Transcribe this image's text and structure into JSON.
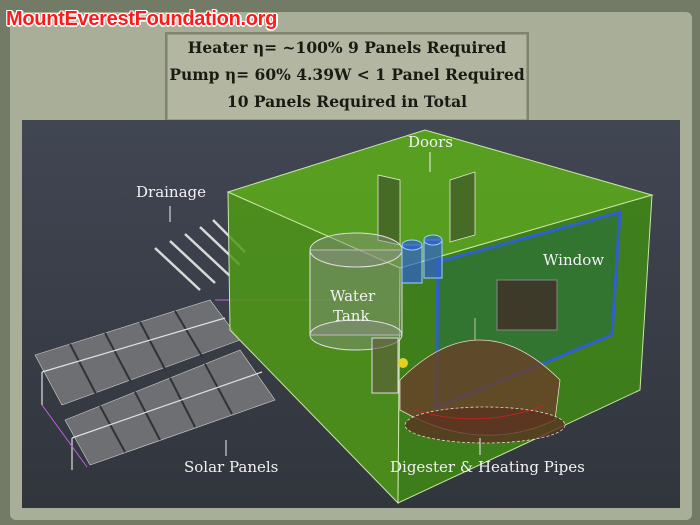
{
  "logo": "MountEverestFoundation.org",
  "info": {
    "line1": "Heater η= ~100%   9 Panels Required",
    "line2": "Pump η= 60%  4.39W < 1 Panel Required",
    "line3": "10 Panels Required in Total"
  },
  "labels": {
    "drainage": "Drainage",
    "doors": "Doors",
    "window": "Window",
    "water_tank_1": "Water",
    "water_tank_2": "Tank",
    "solar_panels": "Solar  Panels",
    "digester": "Digester & Heating Pipes"
  },
  "colors": {
    "box_green": "#4f9a16",
    "window_blue": "#2f5fd0",
    "logo_red": "#ff1a1a"
  }
}
